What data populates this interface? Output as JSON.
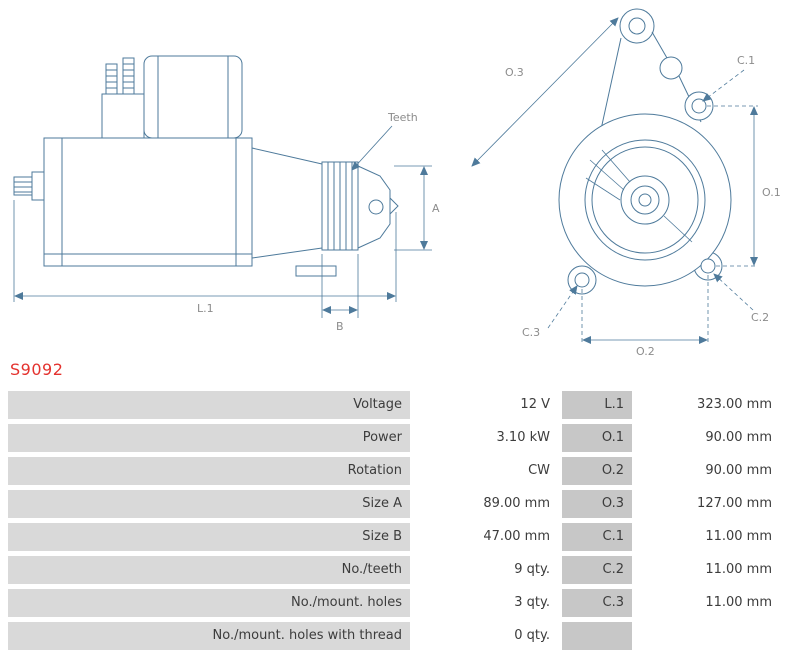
{
  "part_number": "S9092",
  "colors": {
    "part_number_red": "#e4322e",
    "drawing_line_blue": "#4e7a9b",
    "drawing_label_gray": "#8c8c8c",
    "label_cell_bg": "#d9d9d9",
    "code_cell_bg": "#c7c7c7",
    "table_text": "#3c3c3c"
  },
  "drawings": {
    "side_view": {
      "teeth_label": "Teeth",
      "dim_a": "A",
      "dim_l1": "L.1",
      "dim_b": "B"
    },
    "front_view": {
      "dim_o3": "O.3",
      "dim_c1": "C.1",
      "dim_o1": "O.1",
      "dim_c3": "C.3",
      "dim_o2": "O.2",
      "dim_c2": "C.2"
    }
  },
  "spec_table": {
    "rows": [
      {
        "label": "Voltage",
        "value": "12 V",
        "code": "L.1",
        "code_value": "323.00 mm"
      },
      {
        "label": "Power",
        "value": "3.10 kW",
        "code": "O.1",
        "code_value": "90.00 mm"
      },
      {
        "label": "Rotation",
        "value": "CW",
        "code": "O.2",
        "code_value": "90.00 mm"
      },
      {
        "label": "Size A",
        "value": "89.00 mm",
        "code": "O.3",
        "code_value": "127.00 mm"
      },
      {
        "label": "Size B",
        "value": "47.00 mm",
        "code": "C.1",
        "code_value": "11.00 mm"
      },
      {
        "label": "No./teeth",
        "value": "9 qty.",
        "code": "C.2",
        "code_value": "11.00 mm"
      },
      {
        "label": "No./mount. holes",
        "value": "3 qty.",
        "code": "C.3",
        "code_value": "11.00 mm"
      },
      {
        "label": "No./mount. holes with thread",
        "value": "0 qty.",
        "code": "",
        "code_value": ""
      }
    ]
  }
}
